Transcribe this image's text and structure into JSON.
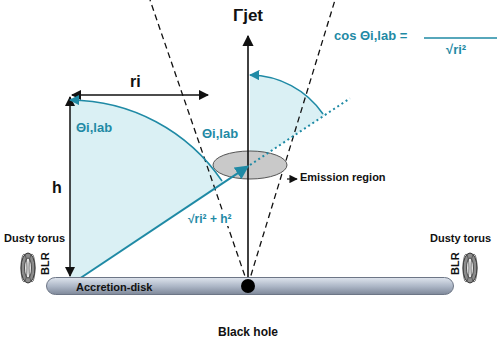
{
  "diagram": {
    "nodes": [
      {
        "text": [
          "Accretion-disk"
        ]
      }
    ],
    "labels": [
      "Γjet",
      "cos Θi,lab =",
      "√ri²",
      "ri",
      "h",
      "Θi,lab",
      "Θi,lab",
      "√ri² + h²",
      "Emission region",
      "Dusty torus",
      "Dusty torus",
      "BLR",
      "BLR",
      "Black hole"
    ]
  }
}
